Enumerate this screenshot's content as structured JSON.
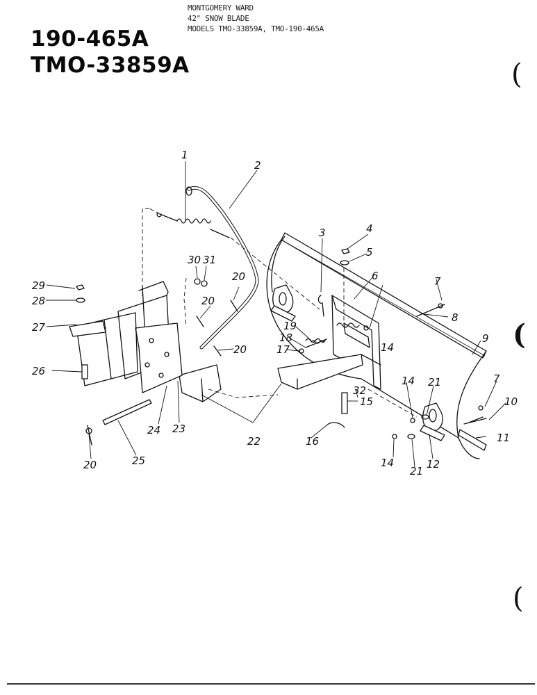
{
  "header": {
    "line1": "MONTGOMERY WARD",
    "line2": "42\" SNOW BLADE",
    "line3": "MODELS TMO-33859A, TMO-190-465A"
  },
  "models": {
    "primary": "190-465A",
    "secondary": "TMO-33859A"
  },
  "callouts": {
    "c1": "1",
    "c2": "2",
    "c3": "3",
    "c4": "4",
    "c5": "5",
    "c6": "6",
    "c7a": "7",
    "c7b": "7",
    "c8": "8",
    "c9": "9",
    "c10": "10",
    "c11": "11",
    "c12": "12",
    "c14a": "14",
    "c14b": "14",
    "c14c": "14",
    "c15": "15",
    "c16": "16",
    "c17": "17",
    "c18": "18",
    "c19": "19",
    "c20a": "20",
    "c20b": "20",
    "c20c": "20",
    "c20d": "20",
    "c21a": "21",
    "c21b": "21",
    "c22": "22",
    "c23": "23",
    "c24": "24",
    "c25": "25",
    "c26": "26",
    "c27": "27",
    "c28": "28",
    "c29": "29",
    "c30": "30",
    "c31": "31",
    "c32": "32"
  }
}
